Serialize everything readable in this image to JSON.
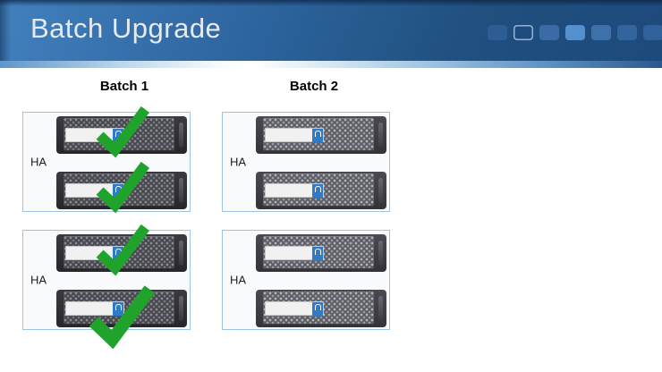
{
  "slide": {
    "title": "Batch Upgrade"
  },
  "header": {
    "decor_squares": [
      {
        "fill": "#2e5d94",
        "outline": false
      },
      {
        "fill": "#1e4b7e",
        "outline": true
      },
      {
        "fill": "#3a6ba6",
        "outline": false
      },
      {
        "fill": "#5390cd",
        "outline": false
      },
      {
        "fill": "#3e70a9",
        "outline": false
      },
      {
        "fill": "#34649d",
        "outline": false
      },
      {
        "fill": "#31619a",
        "outline": false
      }
    ]
  },
  "columns": [
    {
      "label": "Batch 1",
      "ha_pairs": [
        {
          "label": "HA",
          "nodes": [
            {
              "checked": true
            },
            {
              "checked": true
            }
          ]
        },
        {
          "label": "HA",
          "nodes": [
            {
              "checked": true
            },
            {
              "checked": true
            }
          ]
        }
      ]
    },
    {
      "label": "Batch 2",
      "ha_pairs": [
        {
          "label": "HA",
          "nodes": [
            {
              "checked": false
            },
            {
              "checked": false
            }
          ]
        },
        {
          "label": "HA",
          "nodes": [
            {
              "checked": false
            },
            {
              "checked": false
            }
          ]
        }
      ]
    }
  ],
  "colors": {
    "check_green": "#1fa32b",
    "box_border": "#9dc3e6",
    "logo_blue": "#2f7bc5",
    "title_color": "#e6eaee"
  }
}
